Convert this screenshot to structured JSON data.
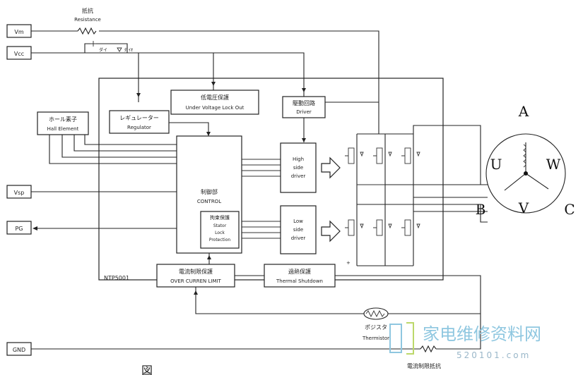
{
  "pins": {
    "vm": "Vm",
    "vcc": "Vcc",
    "vsp": "Vsp",
    "pg": "PG",
    "gnd": "GND"
  },
  "resistance": {
    "jp": "抵抗",
    "en": "Resistance"
  },
  "diode_labels": {
    "left": "ダイ",
    "right": "ﾀﾞｲｵ"
  },
  "ic_label": "NTP5001",
  "blocks": {
    "uvlo": {
      "jp": "低電圧保護",
      "en": "Under Voltage Lock Out"
    },
    "driver": {
      "jp": "駆動回路",
      "en": "Driver"
    },
    "regulator": {
      "jp": "レギュレーター",
      "en": "Regulator"
    },
    "hall": {
      "jp": "ホール素子",
      "en": "Hall Element"
    },
    "control": {
      "jp": "制御部",
      "en": "CONTROL"
    },
    "stall": {
      "jp": "拘束保護",
      "en1": "Stator",
      "en2": "Lock",
      "en3": "Protection"
    },
    "high_side": {
      "l1": "High",
      "l2": "side",
      "l3": "driver"
    },
    "low_side": {
      "l1": "Low",
      "l2": "side",
      "l3": "driver"
    },
    "current_limit": {
      "jp": "電流制限保護",
      "en": "OVER CURREN LIMIT"
    },
    "thermal": {
      "jp": "過熱保護",
      "en": "Thermal Shutdown"
    }
  },
  "thermistor": {
    "jp": "ポジスタ",
    "en": "Thermistor"
  },
  "sense_resistor": {
    "jp": "電流制限抵抗"
  },
  "motor": {
    "a": "A",
    "b": "B",
    "c": "C",
    "u": "U",
    "v": "V",
    "w": "W"
  },
  "watermark": {
    "cn": "家电维修资料网",
    "url": "520101.com"
  },
  "figure_caption": "図"
}
